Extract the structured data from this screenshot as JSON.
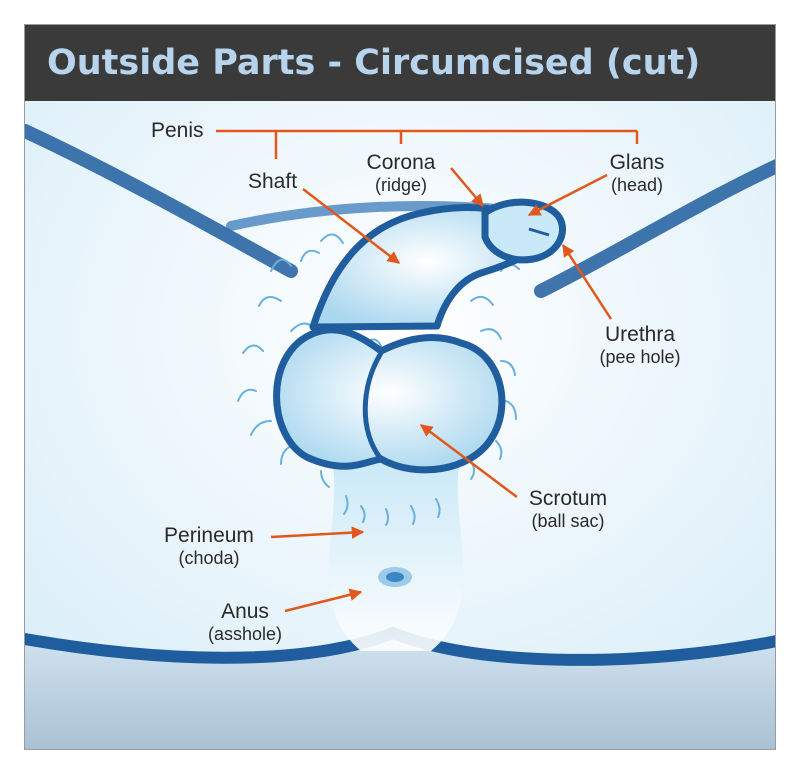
{
  "title": "Outside Parts - Circumcised (cut)",
  "colors": {
    "header_bg": "#3a3a3a",
    "header_text": "#b8d4ec",
    "body_outline": "#1f5d9e",
    "skin_fill": "#e3f3fc",
    "arrow": "#e2581c",
    "label_text": "#2a2a2a"
  },
  "labels": {
    "penis": {
      "name": "Penis"
    },
    "shaft": {
      "name": "Shaft"
    },
    "corona": {
      "name": "Corona",
      "sub": "(ridge)"
    },
    "glans": {
      "name": "Glans",
      "sub": "(head)"
    },
    "urethra": {
      "name": "Urethra",
      "sub": "(pee hole)"
    },
    "scrotum": {
      "name": "Scrotum",
      "sub": "(ball sac)"
    },
    "perineum": {
      "name": "Perineum",
      "sub": "(choda)"
    },
    "anus": {
      "name": "Anus",
      "sub": "(asshole)"
    }
  }
}
